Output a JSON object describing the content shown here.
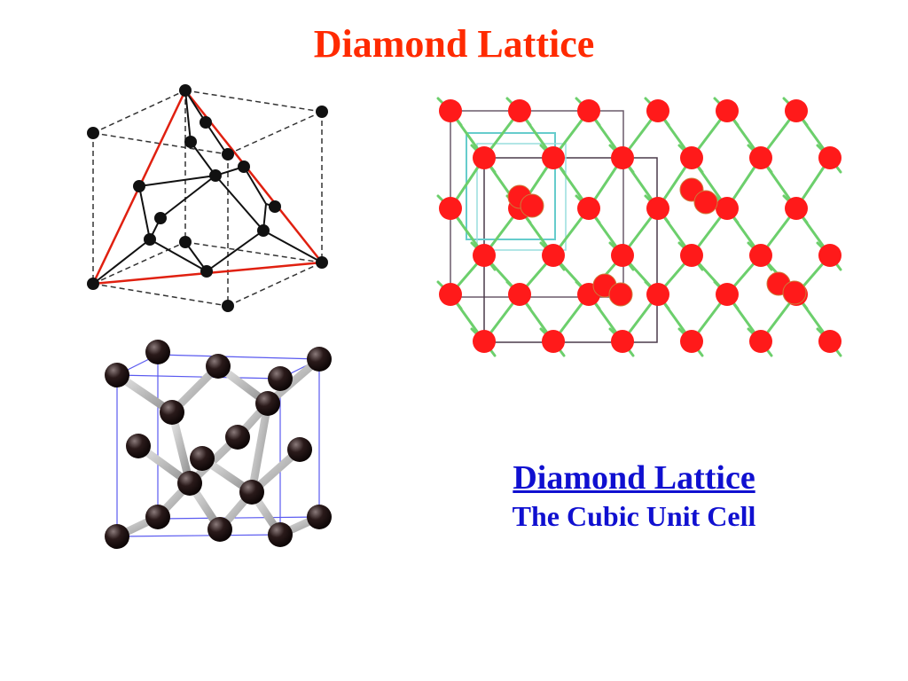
{
  "slide": {
    "title": "Diamond Lattice",
    "caption_title": "Diamond Lattice",
    "caption_subtitle": "The Cubic Unit Cell"
  },
  "colors": {
    "title": "#ff2a00",
    "caption": "#1010d0",
    "red_atom": "#ff1a1a",
    "green_bond": "#6ccf6c",
    "dark_atom": "#2a1a1a",
    "tetra_edge": "#e02010"
  }
}
